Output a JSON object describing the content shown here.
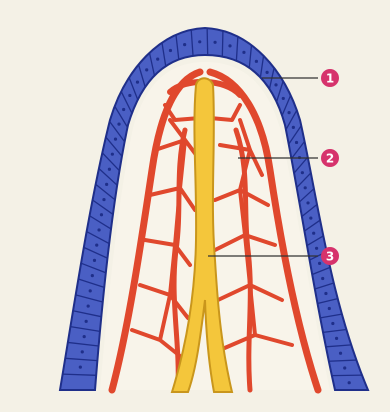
{
  "figure": {
    "background_color": "#f4f1e6",
    "epithelium_color": "#4a5fc4",
    "epithelium_cell_outline": "#1f2f8a",
    "capillary_color": "#e0482d",
    "lacteal_color": "#f4c63b",
    "lacteal_outline": "#c9961c",
    "marker_color": "#d6336c",
    "leader_line_color": "#333333"
  },
  "callouts": [
    {
      "number": "1",
      "target": "epithelium"
    },
    {
      "number": "2",
      "target": "capillary-network"
    },
    {
      "number": "3",
      "target": "lacteal"
    }
  ]
}
